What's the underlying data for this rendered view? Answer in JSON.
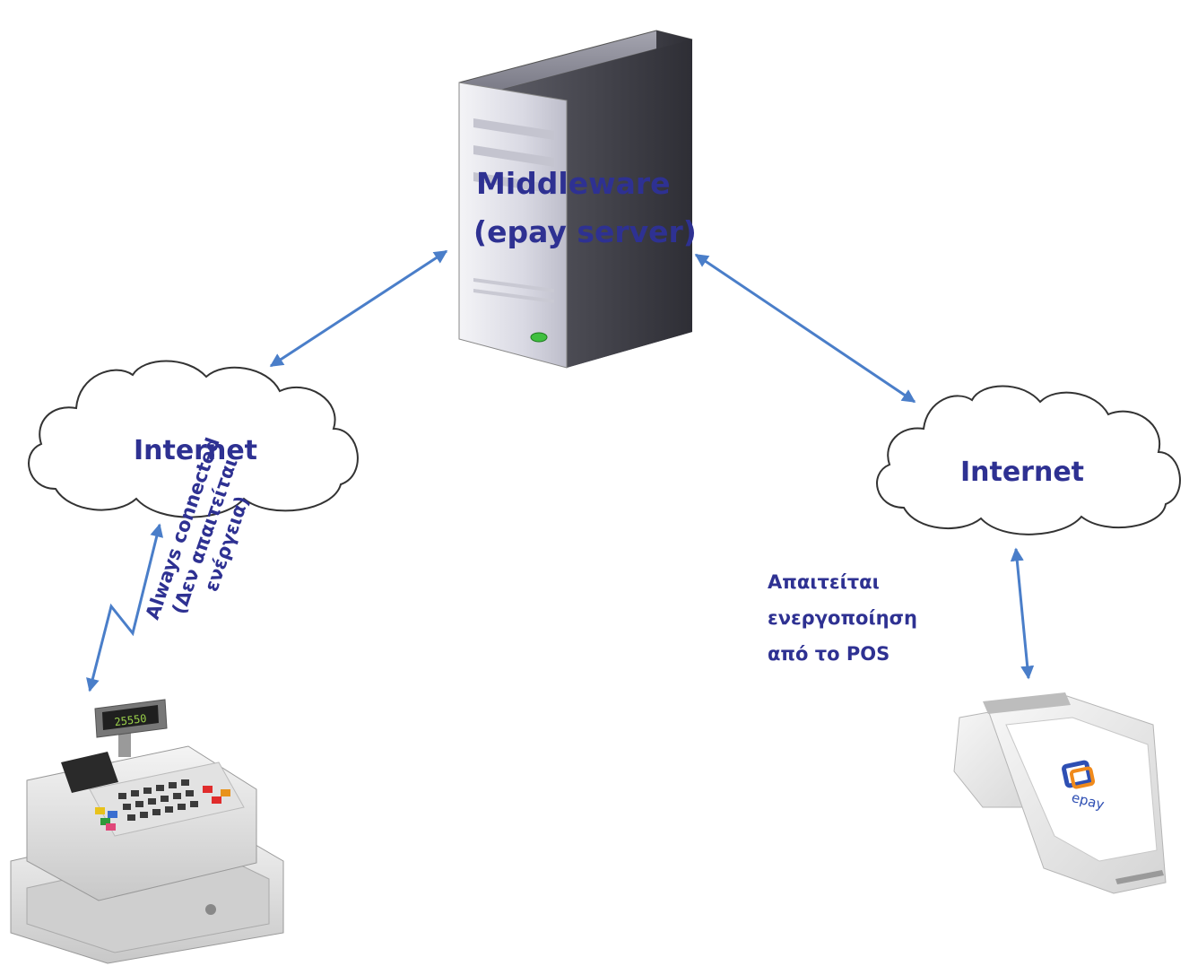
{
  "server": {
    "line1": "Middleware",
    "line2": "(epay server)",
    "led_color": "#3fbf3f"
  },
  "cloud_left": {
    "label": "Internet"
  },
  "cloud_right": {
    "label": "Internet"
  },
  "wireless_note": {
    "line1": "Always connected",
    "line2": "(Δεν απαιτείται",
    "line3": "ενέργεια)"
  },
  "pos_note": {
    "line1": "Απαιτείται",
    "line2": "ενεργοποίηση",
    "line3": "από το POS"
  },
  "register": {
    "display_text": "25550"
  },
  "pos_terminal": {
    "logo_text": "epay"
  },
  "colors": {
    "text": "#2e3192",
    "arrow": "#4a7ec9"
  }
}
